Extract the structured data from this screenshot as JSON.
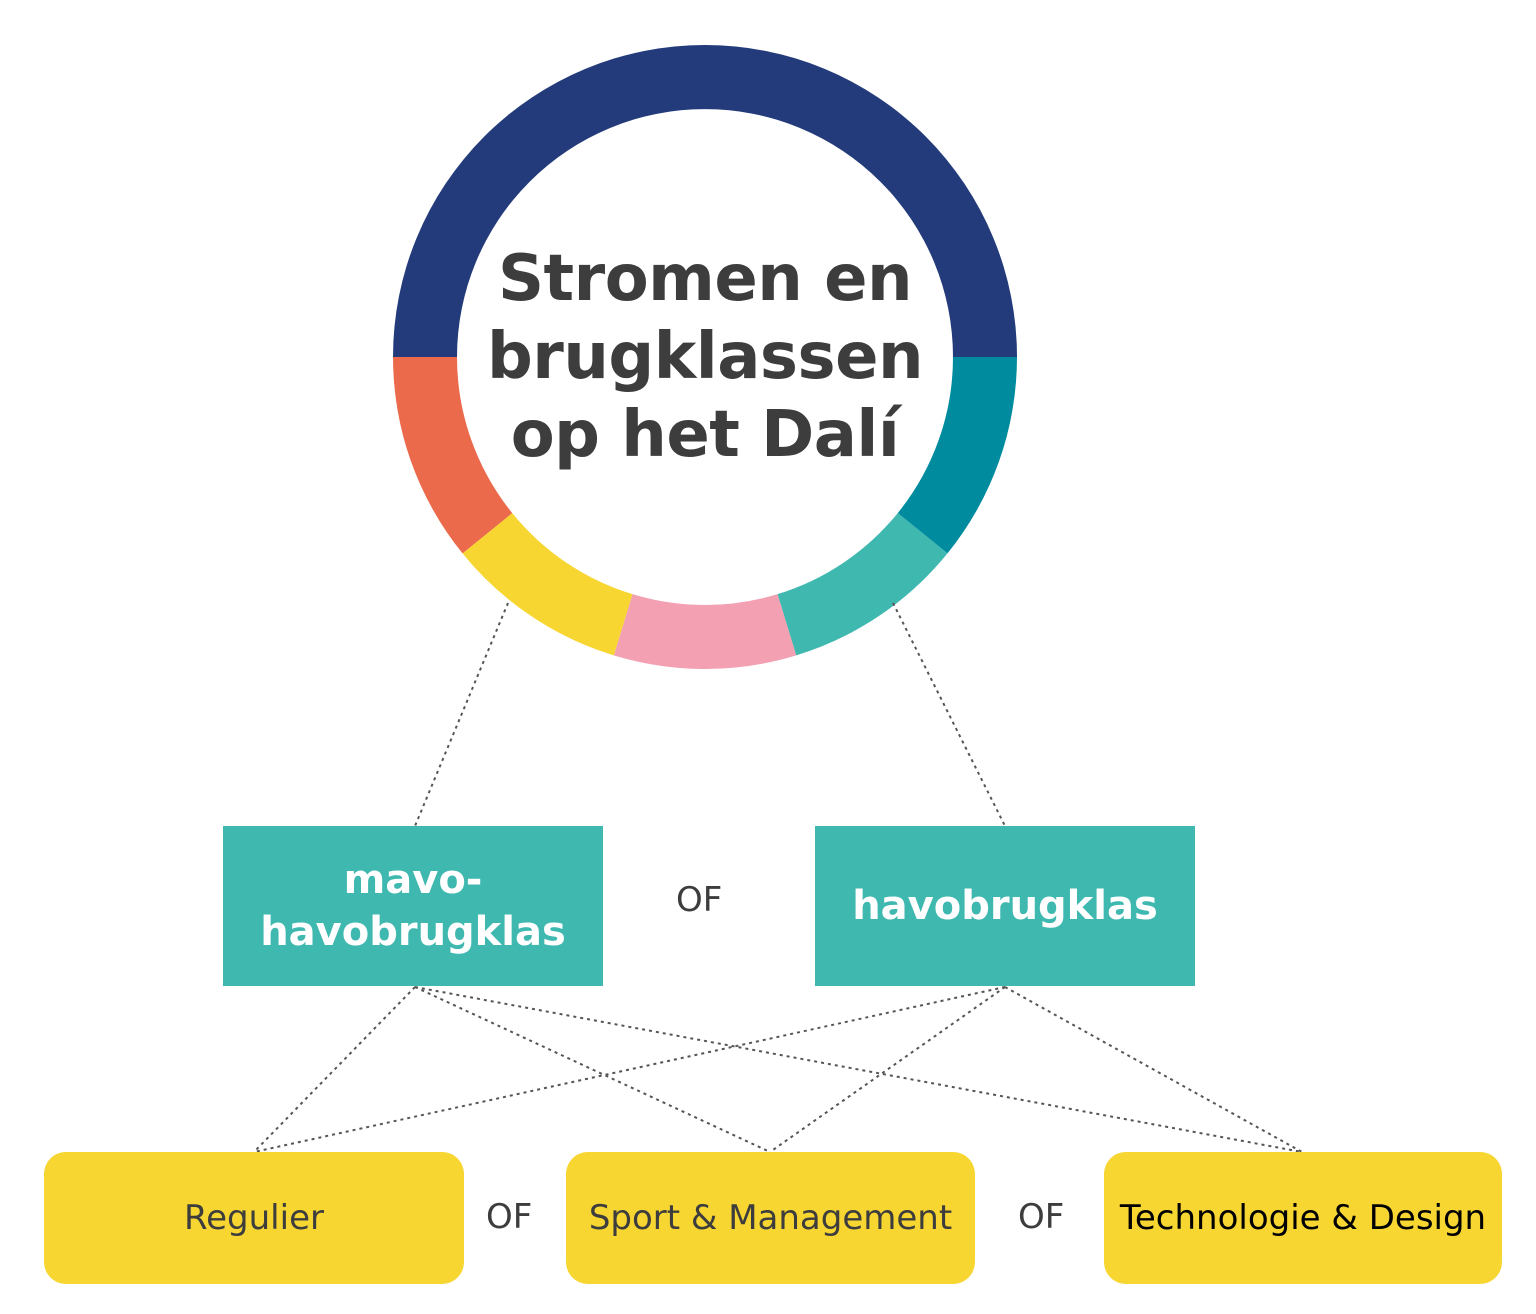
{
  "title_lines": [
    "Stromen en",
    "brugklassen",
    "op het Dalí"
  ],
  "ring_colors": {
    "top": "#233b7a",
    "orange": "#ec6a4c",
    "yellow": "#f7d631",
    "pink": "#f2a0b2",
    "teal_light": "#3fb8b0",
    "teal_dark": "#008c9e"
  },
  "streams": [
    {
      "lines": [
        "mavo-",
        "havobrugklas"
      ]
    },
    {
      "lines": [
        "havobrugklas"
      ]
    }
  ],
  "profiles": [
    {
      "label": "Regulier"
    },
    {
      "label": "Sport & Management"
    },
    {
      "label": "Technologie & Design"
    }
  ],
  "separator": "OF"
}
